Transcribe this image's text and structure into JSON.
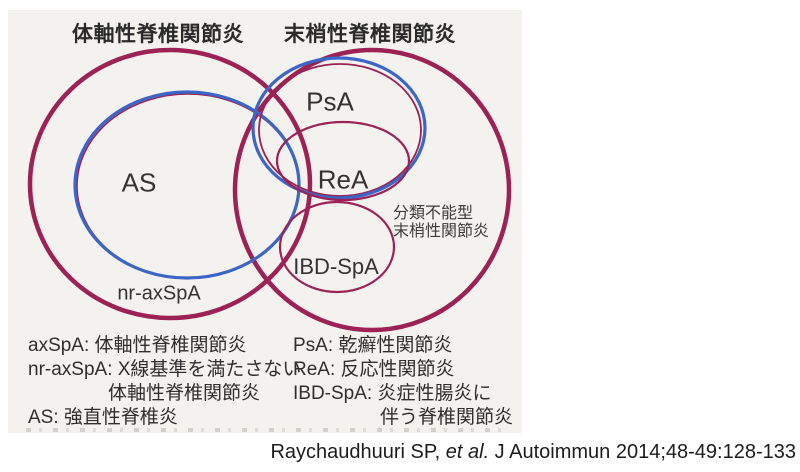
{
  "colors": {
    "maroon": "#9c2154",
    "blue": "#3b65c6",
    "panel_bg": "#f4f2ee",
    "text": "#2f2f2f"
  },
  "titles": {
    "axial": "体軸性脊椎関節炎",
    "peripheral": "末梢性脊椎関節炎"
  },
  "diagram": {
    "labels": {
      "as": "AS",
      "nr_axspa": "nr-axSpA",
      "psa": "PsA",
      "rea": "ReA",
      "ibd_spa": "IBD-SpA",
      "unclassified_line1": "分類不能型",
      "unclassified_line2": "末梢性関節炎"
    }
  },
  "legend": {
    "left_lines": [
      "axSpA: 体軸性脊椎関節炎",
      "nr-axSpA: X線基準を満たさない",
      "体軸性脊椎関節炎",
      "AS: 強直性脊椎炎"
    ],
    "right_lines": [
      "PsA: 乾癬性関節炎",
      "ReA: 反応性関節炎",
      "IBD-SpA: 炎症性腸炎に",
      "伴う脊椎関節炎"
    ]
  },
  "citation": {
    "prefix": "Raychaudhuuri SP, ",
    "etal": "et al.",
    "suffix": " J Autoimmun 2014;48-49:128-133"
  }
}
